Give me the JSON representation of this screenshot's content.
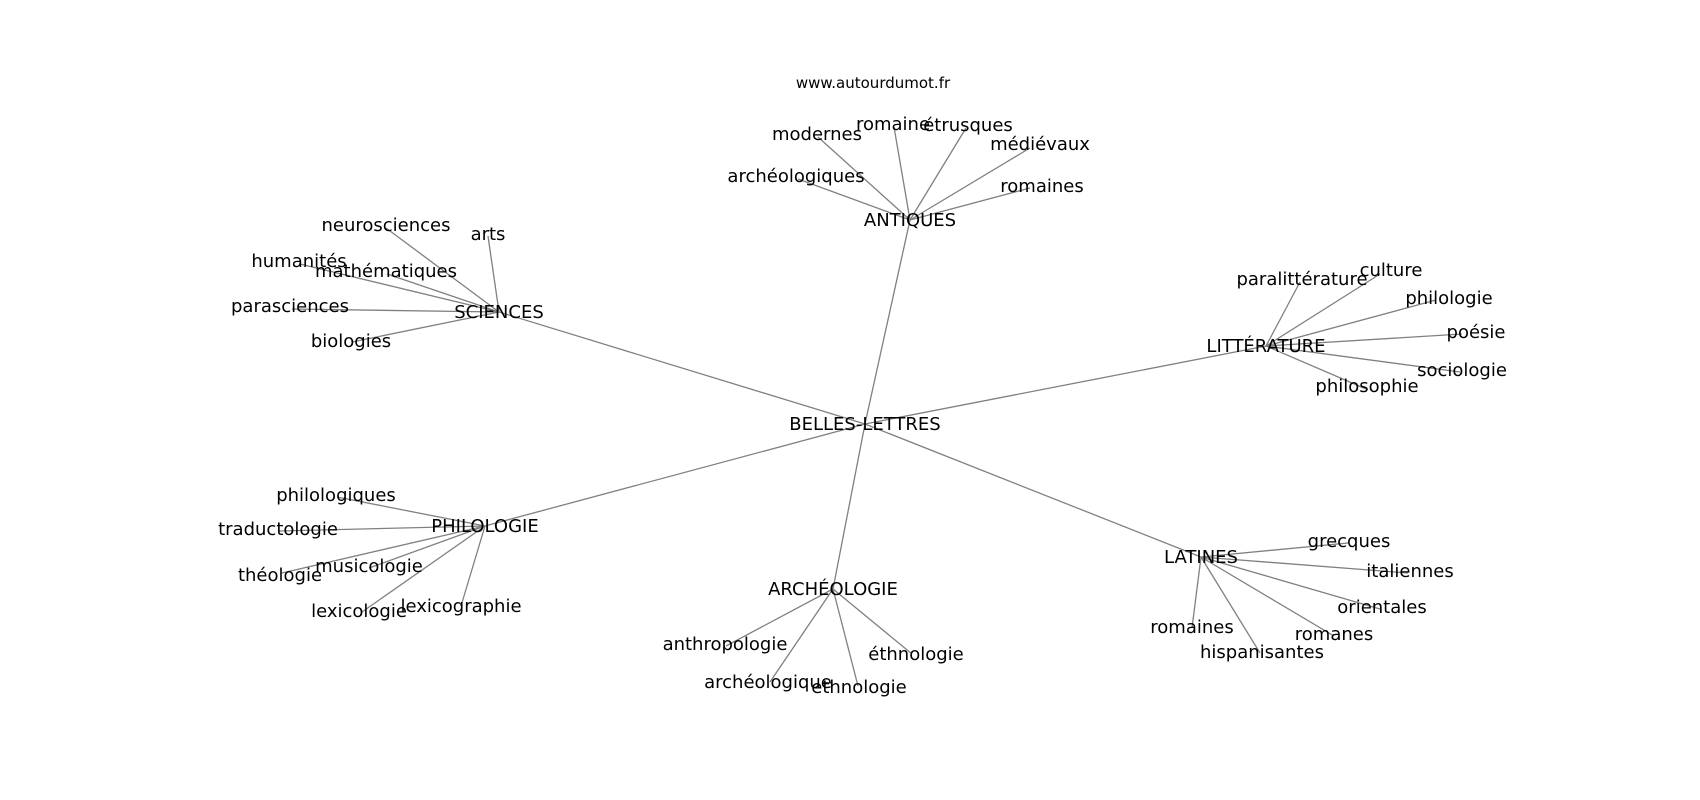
{
  "source": "www.autourdumot.fr",
  "root": "BELLES-LETTRES",
  "groups": [
    {
      "label": "ANTIQUES",
      "leaves": [
        "modernes",
        "romaine",
        "étrusques",
        "médiévaux",
        "archéologiques",
        "romaines"
      ]
    },
    {
      "label": "SCIENCES",
      "leaves": [
        "neurosciences",
        "arts",
        "humanités",
        "mathématiques",
        "parasciences",
        "biologies"
      ]
    },
    {
      "label": "LITTÉRATURE",
      "leaves": [
        "paralittérature",
        "culture",
        "philologie",
        "poésie",
        "sociologie",
        "philosophie"
      ]
    },
    {
      "label": "PHILOLOGIE",
      "leaves": [
        "philologiques",
        "traductologie",
        "théologie",
        "musicologie",
        "lexicologie",
        "lexicographie"
      ]
    },
    {
      "label": "ARCHÉOLOGIE",
      "leaves": [
        "anthropologie",
        "archéologique",
        "ethnologie",
        "éthnologie"
      ]
    },
    {
      "label": "LATINES",
      "leaves": [
        "grecques",
        "italiennes",
        "orientales",
        "romanes",
        "romaines",
        "hispanisantes"
      ]
    }
  ]
}
